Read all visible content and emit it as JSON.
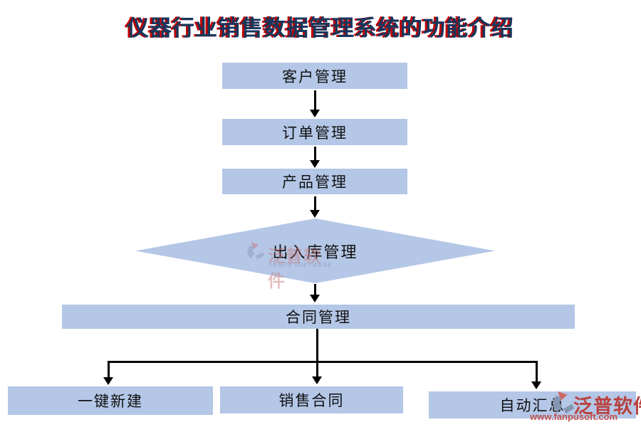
{
  "title": "仪器行业销售数据管理系统的功能介绍",
  "nodes": {
    "customer": {
      "label": "客户管理",
      "shape": "rect"
    },
    "order": {
      "label": "订单管理",
      "shape": "rect"
    },
    "product": {
      "label": "产品管理",
      "shape": "rect"
    },
    "warehouse": {
      "label": "出入库管理",
      "shape": "diamond"
    },
    "contract": {
      "label": "合同管理",
      "shape": "rect-wide"
    },
    "quick_create": {
      "label": "一键新建",
      "shape": "rect"
    },
    "sales_contract": {
      "label": "销售合同",
      "shape": "rect"
    },
    "auto_summary": {
      "label": "自动汇总",
      "shape": "rect"
    }
  },
  "edges": [
    {
      "from": "客户管理",
      "to": "订单管理"
    },
    {
      "from": "订单管理",
      "to": "产品管理"
    },
    {
      "from": "产品管理",
      "to": "出入库管理"
    },
    {
      "from": "出入库管理",
      "to": "合同管理"
    },
    {
      "from": "合同管理",
      "to": "一键新建"
    },
    {
      "from": "合同管理",
      "to": "销售合同"
    },
    {
      "from": "合同管理",
      "to": "自动汇总"
    }
  ],
  "watermark": {
    "brand": "泛普软件",
    "brand_en": "FANPU SOFTWARE",
    "url": "www.fanpusoft.com"
  },
  "colors": {
    "node_fill": "#B4C7E7",
    "title_fill": "#17365D",
    "title_shadow": "#C00000",
    "watermark_red": "#C0504D",
    "line": "#000000"
  }
}
